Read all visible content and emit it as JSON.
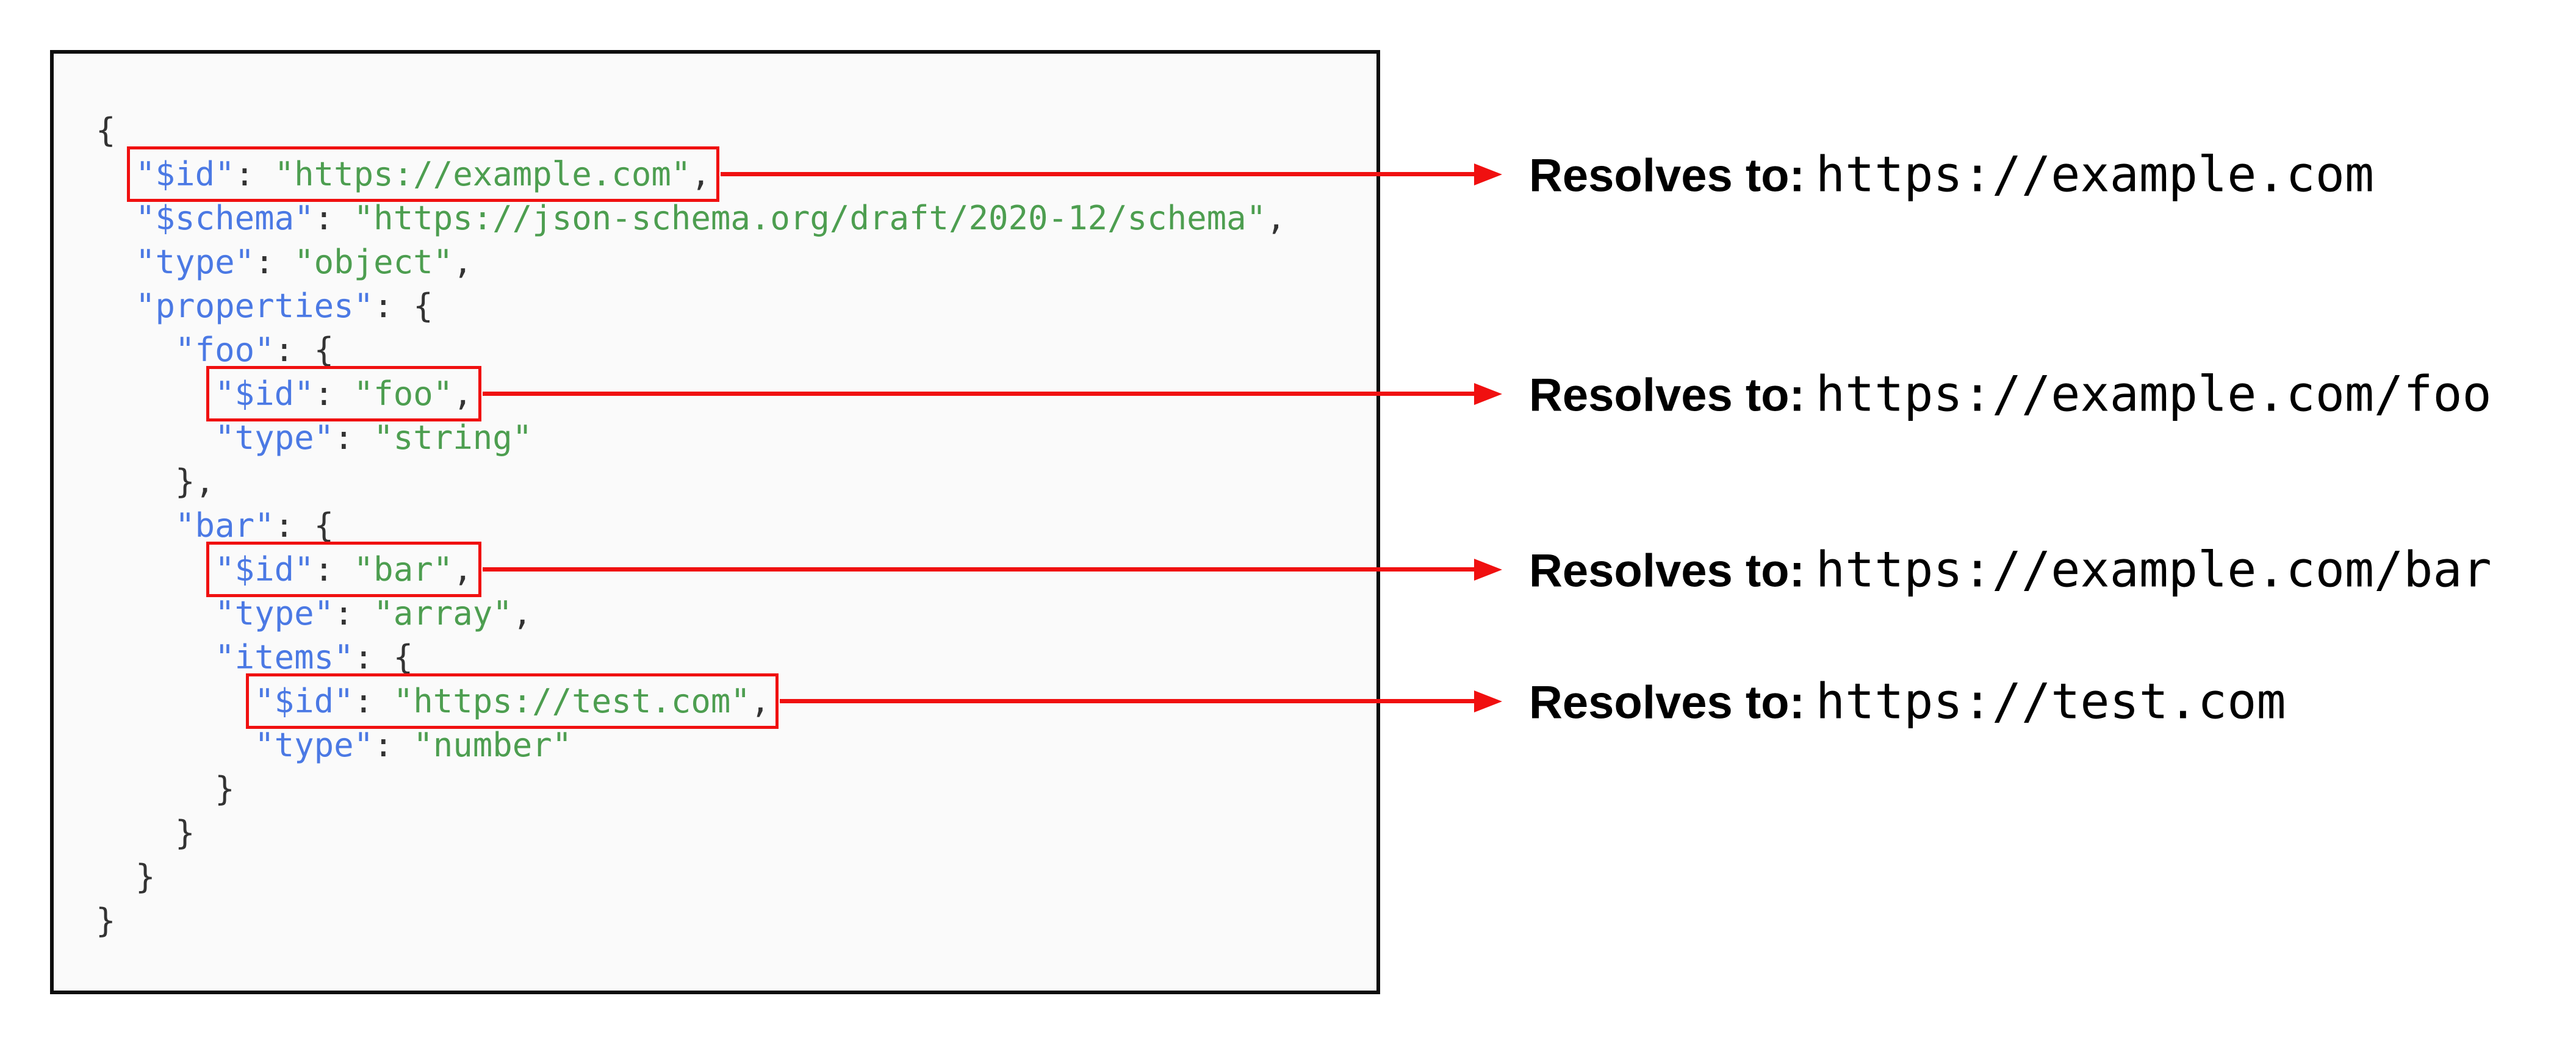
{
  "colors": {
    "key_blue": "#4b79e4",
    "string_green": "#4d9e50",
    "punctuation": "#333333",
    "highlight_red": "#f01010",
    "code_background": "#fafafa",
    "box_border": "#0d0d0d",
    "text_black": "#000000",
    "page_background": "#ffffff"
  },
  "code_block": {
    "language": "json",
    "lines": [
      {
        "indent": 0,
        "highlight": false,
        "tokens": [
          [
            "pun",
            "{"
          ]
        ]
      },
      {
        "indent": 1,
        "highlight": true,
        "tokens": [
          [
            "key",
            "\"$id\""
          ],
          [
            "pun",
            ": "
          ],
          [
            "str",
            "\"https://example.com\""
          ],
          [
            "pun",
            ","
          ]
        ]
      },
      {
        "indent": 1,
        "highlight": false,
        "tokens": [
          [
            "key",
            "\"$schema\""
          ],
          [
            "pun",
            ": "
          ],
          [
            "str",
            "\"https://json-schema.org/draft/2020-12/schema\""
          ],
          [
            "pun",
            ","
          ]
        ]
      },
      {
        "indent": 1,
        "highlight": false,
        "tokens": [
          [
            "key",
            "\"type\""
          ],
          [
            "pun",
            ": "
          ],
          [
            "str",
            "\"object\""
          ],
          [
            "pun",
            ","
          ]
        ]
      },
      {
        "indent": 1,
        "highlight": false,
        "tokens": [
          [
            "key",
            "\"properties\""
          ],
          [
            "pun",
            ": {"
          ]
        ]
      },
      {
        "indent": 2,
        "highlight": false,
        "tokens": [
          [
            "key",
            "\"foo\""
          ],
          [
            "pun",
            ": {"
          ]
        ]
      },
      {
        "indent": 3,
        "highlight": true,
        "tokens": [
          [
            "key",
            "\"$id\""
          ],
          [
            "pun",
            ": "
          ],
          [
            "str",
            "\"foo\""
          ],
          [
            "pun",
            ","
          ]
        ]
      },
      {
        "indent": 3,
        "highlight": false,
        "tokens": [
          [
            "key",
            "\"type\""
          ],
          [
            "pun",
            ": "
          ],
          [
            "str",
            "\"string\""
          ]
        ]
      },
      {
        "indent": 2,
        "highlight": false,
        "tokens": [
          [
            "pun",
            "},"
          ]
        ]
      },
      {
        "indent": 2,
        "highlight": false,
        "tokens": [
          [
            "key",
            "\"bar\""
          ],
          [
            "pun",
            ": {"
          ]
        ]
      },
      {
        "indent": 3,
        "highlight": true,
        "tokens": [
          [
            "key",
            "\"$id\""
          ],
          [
            "pun",
            ": "
          ],
          [
            "str",
            "\"bar\""
          ],
          [
            "pun",
            ","
          ]
        ]
      },
      {
        "indent": 3,
        "highlight": false,
        "tokens": [
          [
            "key",
            "\"type\""
          ],
          [
            "pun",
            ": "
          ],
          [
            "str",
            "\"array\""
          ],
          [
            "pun",
            ","
          ]
        ]
      },
      {
        "indent": 3,
        "highlight": false,
        "tokens": [
          [
            "key",
            "\"items\""
          ],
          [
            "pun",
            ": {"
          ]
        ]
      },
      {
        "indent": 4,
        "highlight": true,
        "tokens": [
          [
            "key",
            "\"$id\""
          ],
          [
            "pun",
            ": "
          ],
          [
            "str",
            "\"https://test.com\""
          ],
          [
            "pun",
            ","
          ]
        ]
      },
      {
        "indent": 4,
        "highlight": false,
        "tokens": [
          [
            "key",
            "\"type\""
          ],
          [
            "pun",
            ": "
          ],
          [
            "str",
            "\"number\""
          ]
        ]
      },
      {
        "indent": 3,
        "highlight": false,
        "tokens": [
          [
            "pun",
            "}"
          ]
        ]
      },
      {
        "indent": 2,
        "highlight": false,
        "tokens": [
          [
            "pun",
            "}"
          ]
        ]
      },
      {
        "indent": 1,
        "highlight": false,
        "tokens": [
          [
            "pun",
            "}"
          ]
        ]
      },
      {
        "indent": 0,
        "highlight": false,
        "tokens": [
          [
            "pun",
            "}"
          ]
        ]
      }
    ]
  },
  "annotations": [
    {
      "label": "Resolves to:",
      "value": "https://example.com"
    },
    {
      "label": "Resolves to:",
      "value": "https://example.com/foo"
    },
    {
      "label": "Resolves to:",
      "value": "https://example.com/bar"
    },
    {
      "label": "Resolves to:",
      "value": "https://test.com"
    }
  ]
}
